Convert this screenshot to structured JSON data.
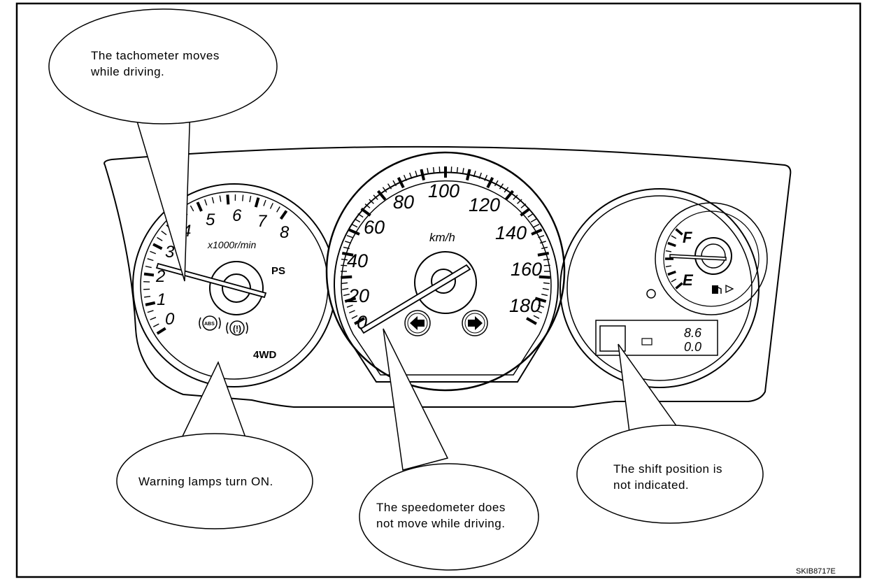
{
  "callouts": {
    "tachometer": [
      "The tachometer moves",
      "while driving."
    ],
    "warning": [
      "Warning lamps turn ON."
    ],
    "speedometer": [
      "The speedometer does",
      "not move while driving."
    ],
    "shift": [
      "The shift position is",
      "not indicated."
    ]
  },
  "tachometer": {
    "scale_numbers": [
      "0",
      "1",
      "2",
      "3",
      "4",
      "5",
      "6",
      "7",
      "8"
    ],
    "unit_label": "x1000r/min",
    "ps_label": "PS",
    "fourwd_label": "4WD",
    "abs_label": "ABS",
    "brake_label": "(!)"
  },
  "speedometer": {
    "scale_numbers": [
      "0",
      "20",
      "40",
      "60",
      "80",
      "100",
      "120",
      "140",
      "160",
      "180"
    ],
    "unit_label": "km/h"
  },
  "fuel": {
    "full_label": "F",
    "empty_label": "E"
  },
  "odometer": {
    "line1": "8.6",
    "line2": "0.0"
  },
  "figure_id": "SKIB8717E"
}
